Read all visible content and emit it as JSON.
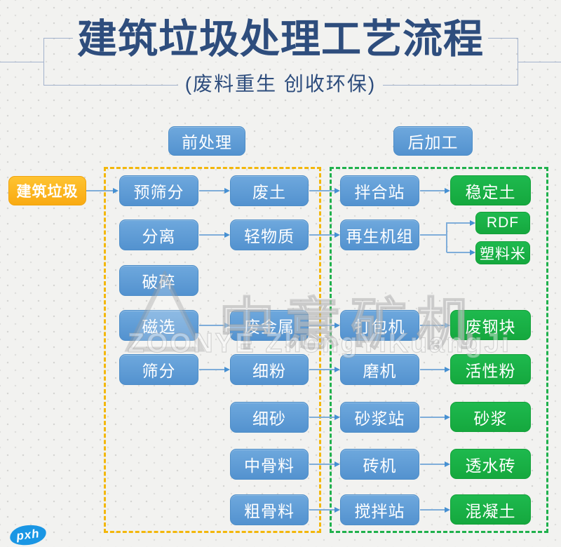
{
  "header": {
    "title": "建筑垃圾处理工艺流程",
    "subtitle": "(废料重生  创收环保)"
  },
  "sections": {
    "pre_label": "前处理",
    "post_label": "后加工"
  },
  "source_label": "建筑垃圾",
  "nodes": {
    "yushaifen": "预筛分",
    "feitu": "废土",
    "banhezhan": "拌合站",
    "wendingtu": "稳定土",
    "fenli": "分离",
    "qingwuzhi": "轻物质",
    "zaishengjizu": "再生机组",
    "rdf": "RDF",
    "suliaomi": "塑料米",
    "posui": "破碎",
    "cixuan": "磁选",
    "feijinshu": "废金属",
    "dabaoji": "打包机",
    "feigangkuai": "废钢块",
    "shaifen": "筛分",
    "xifen": "细粉",
    "moji": "磨机",
    "huoxingfen": "活性粉",
    "xisha": "细砂",
    "shajiangzhan": "砂浆站",
    "shajiang": "砂浆",
    "zhonggu": "中骨料",
    "zhuanji": "砖机",
    "toushuizhuan": "透水砖",
    "cugu": "粗骨料",
    "jiaobanzhan": "搅拌站",
    "hunningtu": "混凝土"
  },
  "watermark": {
    "logo_cn": "中意矿机",
    "logo_en": "ZOONYE ZhongYiKuangJi",
    "corner_logo": "pxh"
  },
  "colors": {
    "process_blue": "#5b9bd5",
    "product_green": "#17b04a",
    "source_gold": "#fbb116",
    "pre_border_yellow": "#f3b70b",
    "post_border_green": "#1fb14c",
    "title_navy": "#2e4d7d",
    "arrow_blue": "#7fadd9"
  }
}
